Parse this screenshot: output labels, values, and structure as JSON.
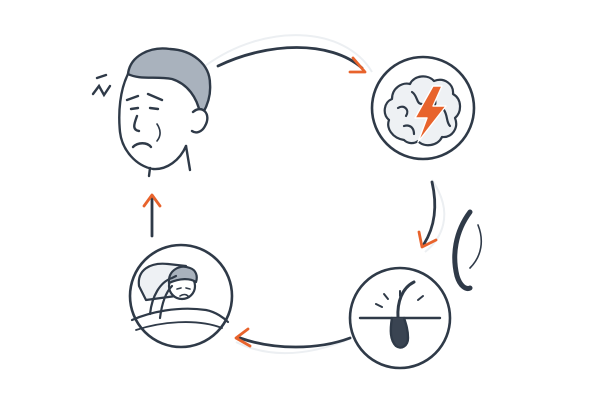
{
  "diagram": {
    "type": "cycle",
    "nodes": [
      {
        "id": "stressed-person",
        "icon": "worried-face-icon"
      },
      {
        "id": "brain-stress",
        "icon": "brain-lightning-icon"
      },
      {
        "id": "hair-follicle",
        "icon": "hair-follicle-icon"
      },
      {
        "id": "lying-in-bed",
        "icon": "person-in-bed-icon"
      }
    ],
    "edges": [
      {
        "from": "stressed-person",
        "to": "brain-stress"
      },
      {
        "from": "brain-stress",
        "to": "hair-follicle"
      },
      {
        "from": "hair-follicle",
        "to": "lying-in-bed"
      },
      {
        "from": "lying-in-bed",
        "to": "stressed-person"
      }
    ],
    "colors": {
      "line": "#2f3a48",
      "accent": "#e8632c",
      "fill_light": "#eef1f4",
      "hair": "#a9b2bd"
    }
  }
}
